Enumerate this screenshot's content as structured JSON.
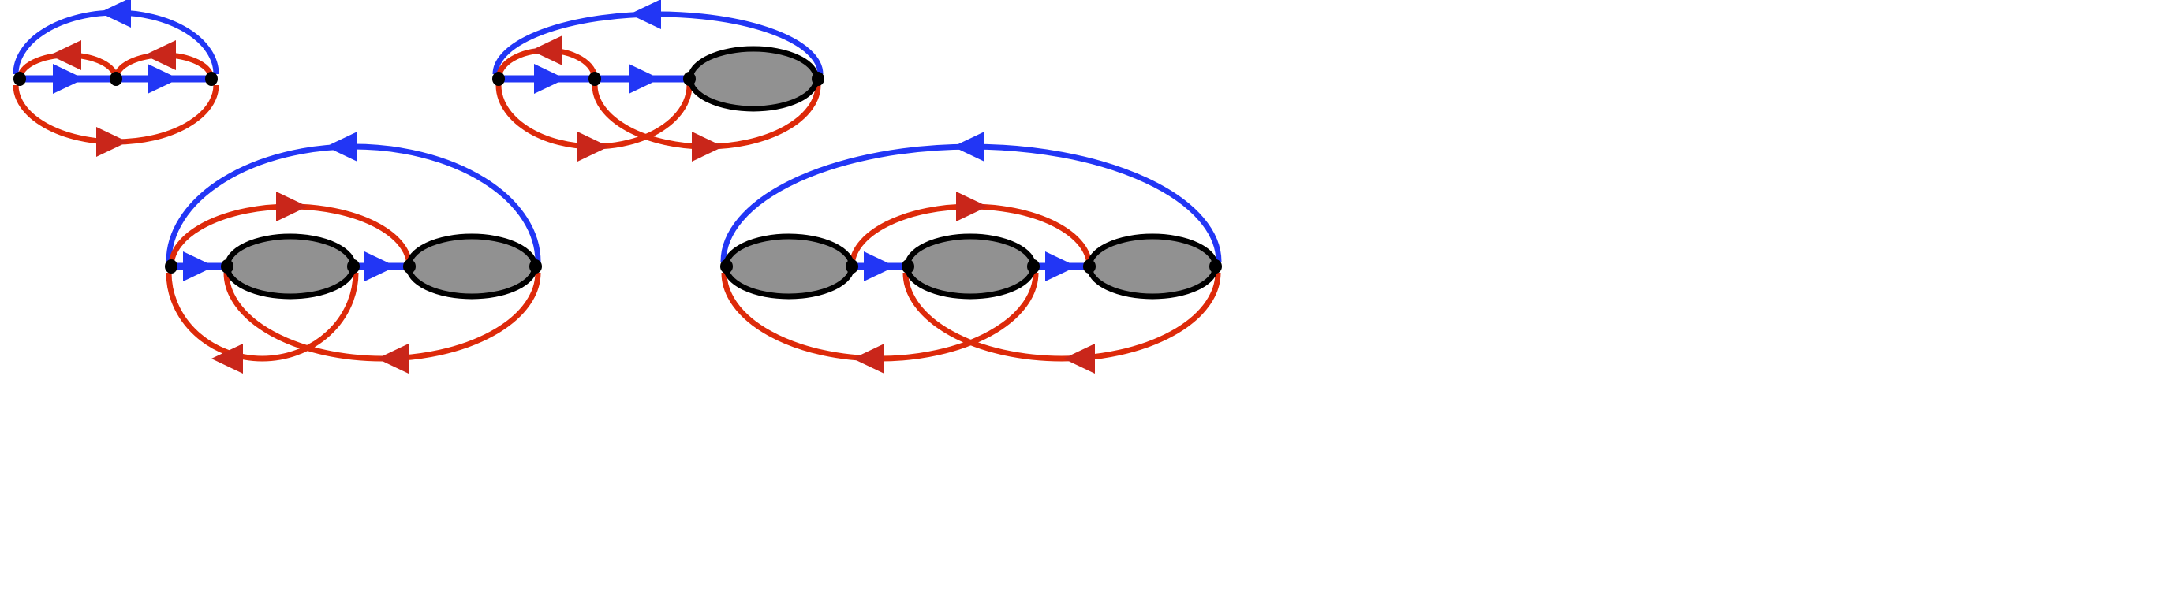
{
  "colors": {
    "blue_line": "#2236f5",
    "red_line": "#dd2a0a",
    "red_arrow": "#c9261a",
    "blob_fill": "#919191",
    "vertex": "#000000"
  },
  "diagrams": [
    {
      "id": "diagram-1",
      "blobs": 0,
      "vertices": 3
    },
    {
      "id": "diagram-2",
      "blobs": 1,
      "vertices": 4
    },
    {
      "id": "diagram-3",
      "blobs": 2,
      "vertices": 5
    },
    {
      "id": "diagram-4",
      "blobs": 3,
      "vertices": 6
    }
  ]
}
